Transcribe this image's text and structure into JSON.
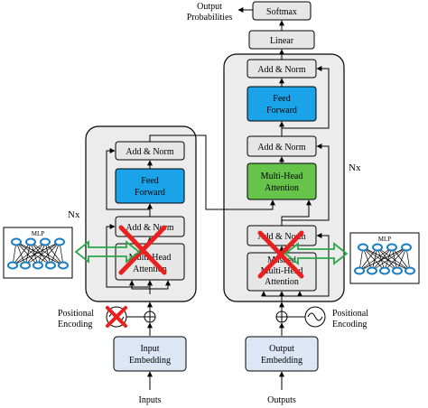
{
  "encoder": {
    "add_norm_top": "Add & Norm",
    "feed_forward_1": "Feed",
    "feed_forward_2": "Forward",
    "add_norm_bottom": "Add & Norm",
    "attention_1": "Multi-Head",
    "attention_2": "Attention",
    "repeat_label": "Nx",
    "input_embedding_1": "Input",
    "input_embedding_2": "Embedding",
    "inputs_label": "Inputs",
    "positional_1": "Positional",
    "positional_2": "Encoding"
  },
  "decoder": {
    "add_norm_top": "Add & Norm",
    "feed_forward_1": "Feed",
    "feed_forward_2": "Forward",
    "add_norm_middle": "Add & Norm",
    "cross_attention_1": "Multi-Head",
    "cross_attention_2": "Attention",
    "add_norm_bottom": "Add & Norm",
    "masked_attention_1": "Masked",
    "masked_attention_2": "Multi-Head",
    "masked_attention_3": "Attention",
    "repeat_label": "Nx",
    "output_embedding_1": "Output",
    "output_embedding_2": "Embedding",
    "outputs_label": "Outputs",
    "positional_1": "Positional",
    "positional_2": "Encoding"
  },
  "head": {
    "linear": "Linear",
    "softmax": "Softmax",
    "output_probabilities_1": "Output",
    "output_probabilities_2": "Probabilities"
  },
  "mlp_left": {
    "label": "MLP"
  },
  "mlp_right": {
    "label": "MLP"
  },
  "colors": {
    "feed_forward": "#1aa3e8",
    "cross_attention": "#66c44a",
    "embedding": "#dce6f5",
    "block_grey": "#e6e6e6",
    "container": "#ececec",
    "cross_mark": "#e82020",
    "arrow_green": "#2aa84a",
    "mlp_node": "#1a7fc2"
  }
}
